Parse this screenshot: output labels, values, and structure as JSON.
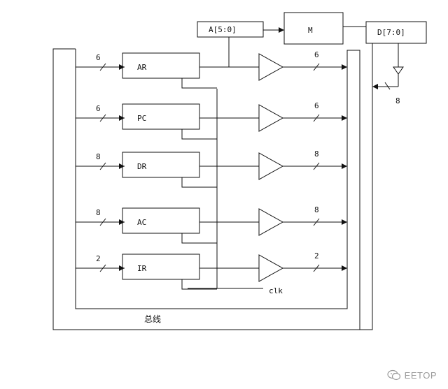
{
  "registers": [
    {
      "name": "AR",
      "width": "6",
      "out_width": "6"
    },
    {
      "name": "PC",
      "width": "6",
      "out_width": "6"
    },
    {
      "name": "DR",
      "width": "8",
      "out_width": "8"
    },
    {
      "name": "AC",
      "width": "8",
      "out_width": "8"
    },
    {
      "name": "IR",
      "width": "2",
      "out_width": "2"
    }
  ],
  "memory": {
    "address_label": "A[5:0]",
    "memory_label": "M",
    "data_label": "D[7:0]",
    "data_width": "8"
  },
  "clock_label": "clk",
  "bus_label": "总线",
  "watermark": {
    "text": "EETOP",
    "icon": "wechat-icon"
  }
}
